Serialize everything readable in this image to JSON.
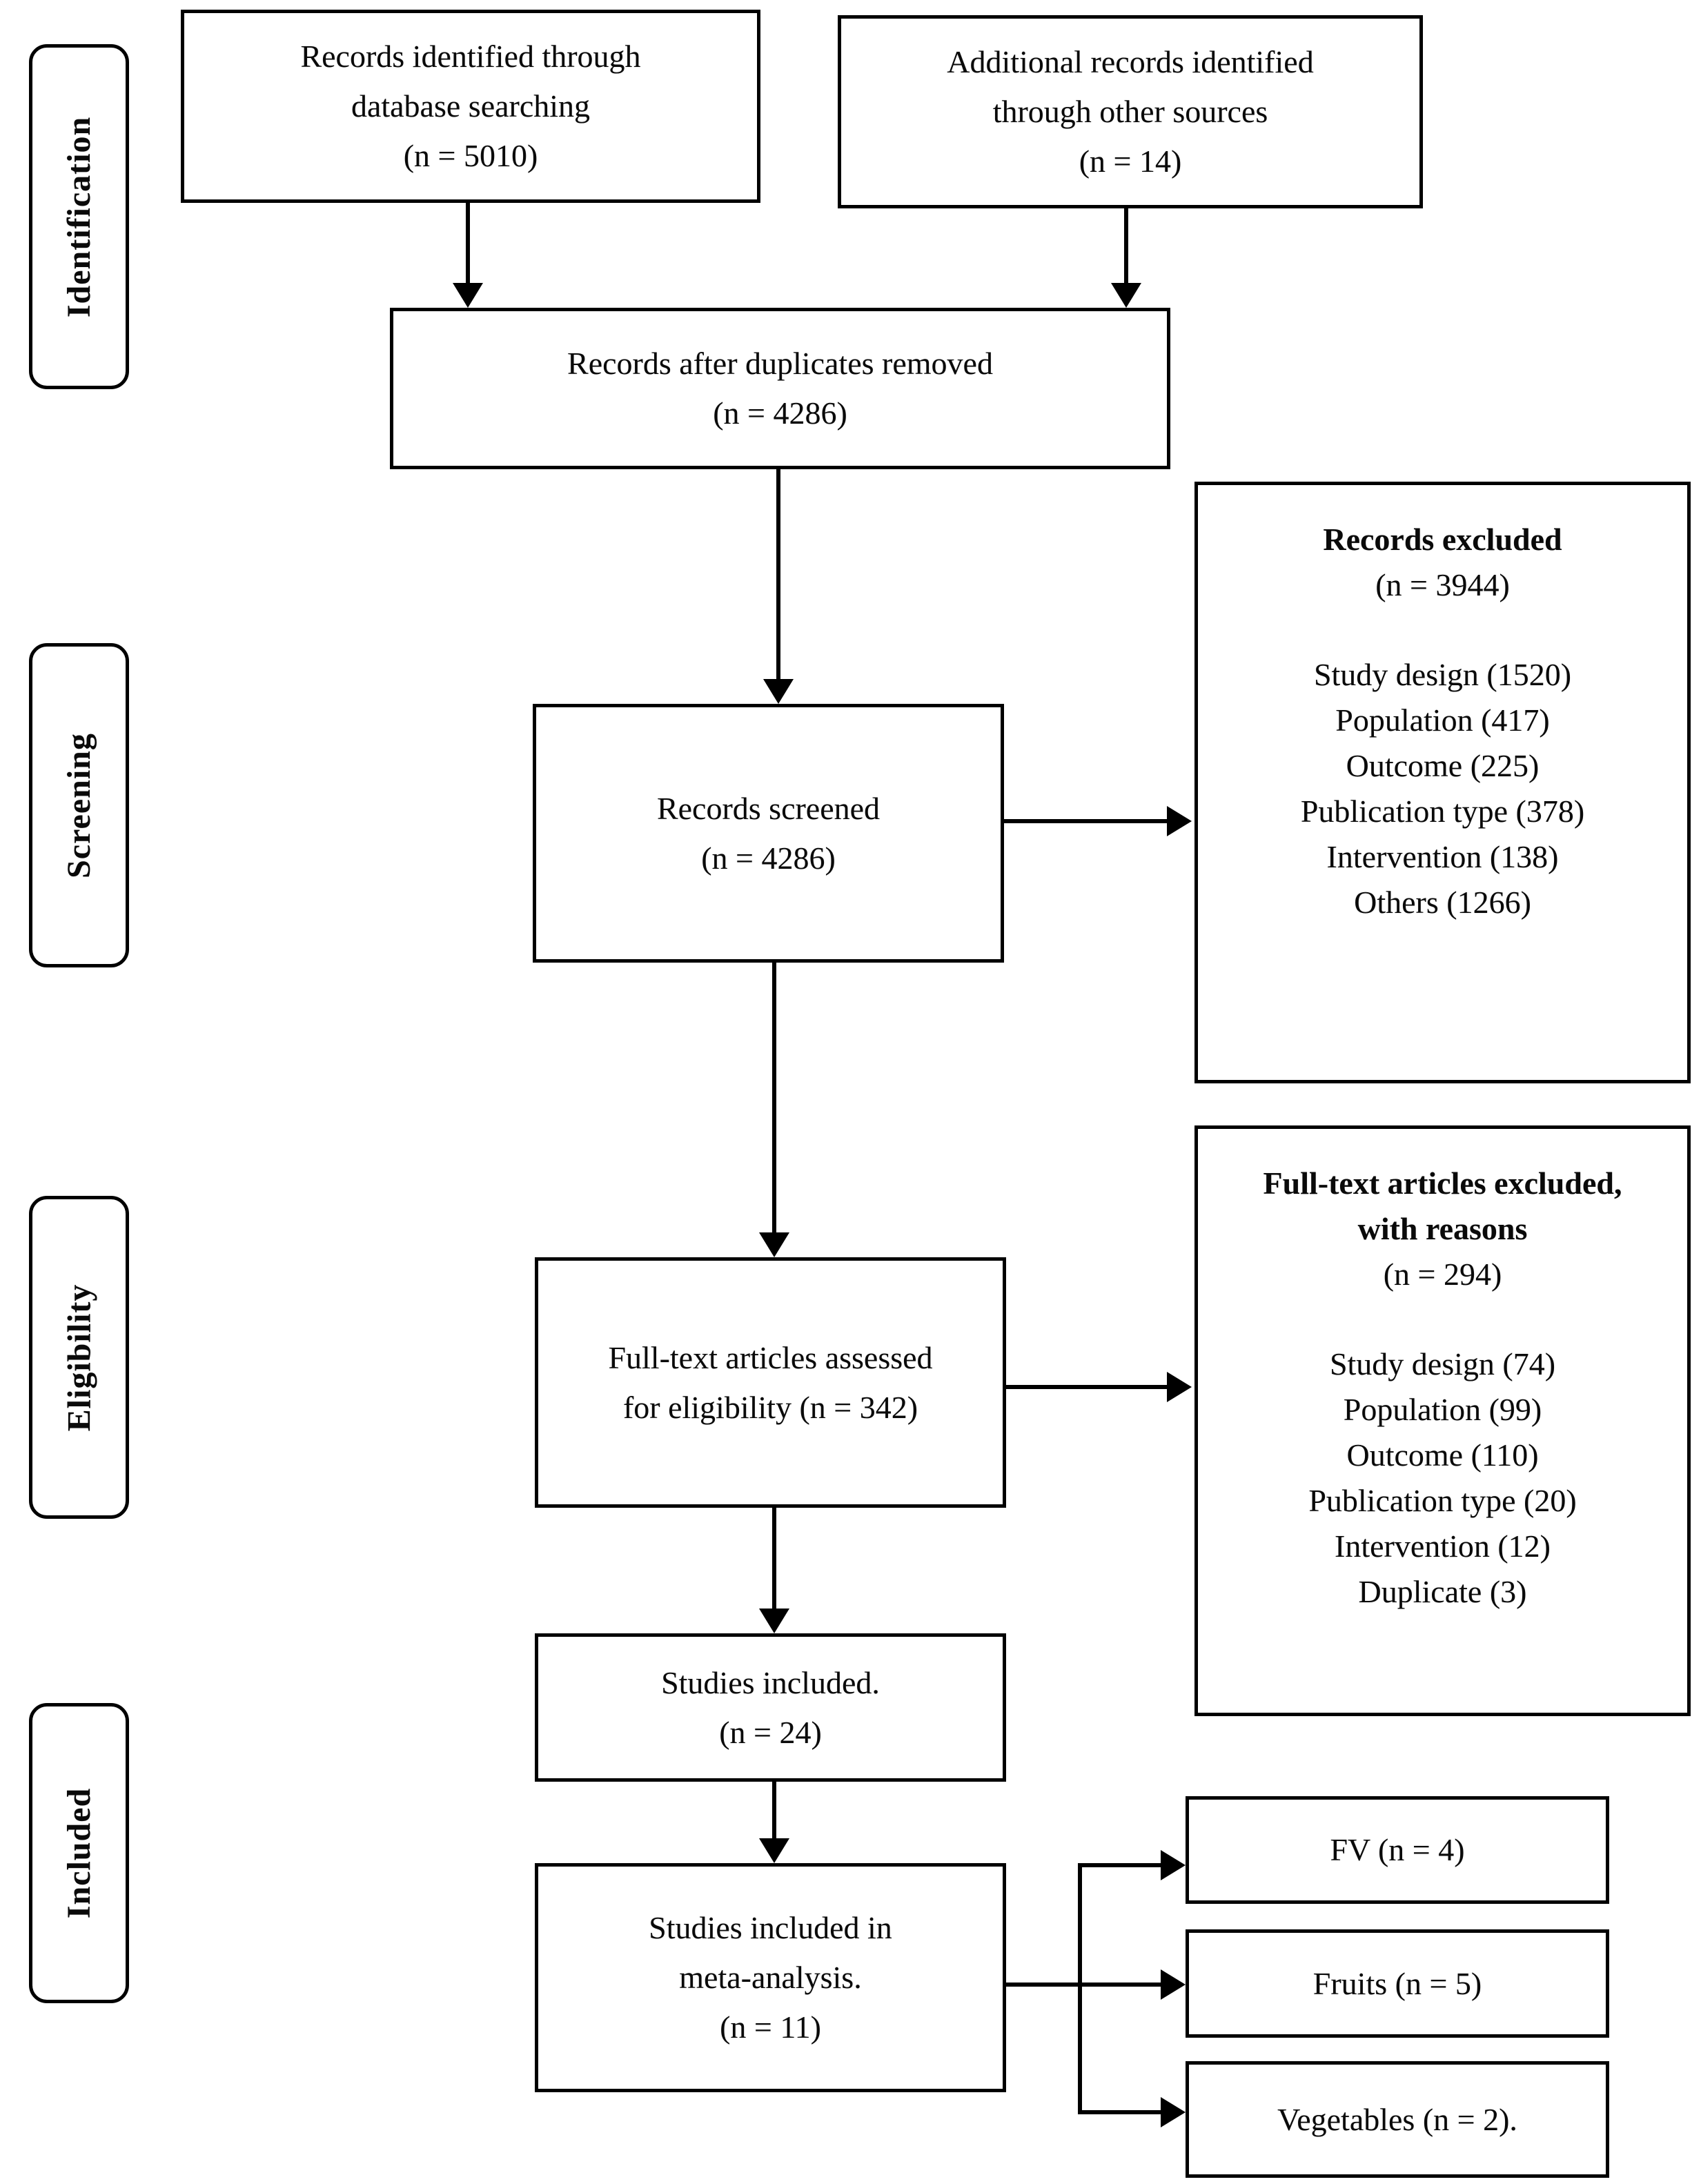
{
  "figure": {
    "background": "#ffffff",
    "line_color": "#000000",
    "stages": [
      {
        "label": "Identification"
      },
      {
        "label": "Screening"
      },
      {
        "label": "Eligibility"
      },
      {
        "label": "Included"
      }
    ],
    "boxes": {
      "records_identified": {
        "lines": [
          "Records identified through",
          "database searching",
          "(n = 5010)"
        ]
      },
      "additional_records": {
        "lines": [
          "Additional records identified",
          "through other sources",
          "(n = 14)"
        ]
      },
      "duplicates_removed": {
        "lines": [
          "Records after duplicates removed",
          "(n = 4286)"
        ]
      },
      "records_screened": {
        "lines": [
          "Records screened",
          "(n = 4286)"
        ]
      },
      "records_excluded": {
        "title": "Records excluded",
        "count": "(n = 3944)",
        "reasons": [
          "Study design (1520)",
          "Population (417)",
          "Outcome (225)",
          "Publication type (378)",
          "Intervention (138)",
          "Others (1266)"
        ]
      },
      "fulltext_assessed": {
        "lines": [
          "Full-text articles assessed",
          "for eligibility (n = 342)"
        ]
      },
      "fulltext_excluded": {
        "title_lines": [
          "Full-text articles excluded,",
          "with reasons"
        ],
        "count": "(n = 294)",
        "reasons": [
          "Study design (74)",
          "Population (99)",
          "Outcome (110)",
          "Publication type (20)",
          "Intervention (12)",
          "Duplicate (3)"
        ]
      },
      "studies_included": {
        "lines": [
          "Studies included.",
          "(n = 24)"
        ]
      },
      "meta_analysis": {
        "lines": [
          "Studies included in",
          "meta-analysis.",
          "(n = 11)"
        ]
      },
      "fv": {
        "label": "FV (n = 4)"
      },
      "fruits": {
        "label": "Fruits (n = 5)"
      },
      "vegetables": {
        "label": "Vegetables (n = 2)."
      }
    }
  }
}
